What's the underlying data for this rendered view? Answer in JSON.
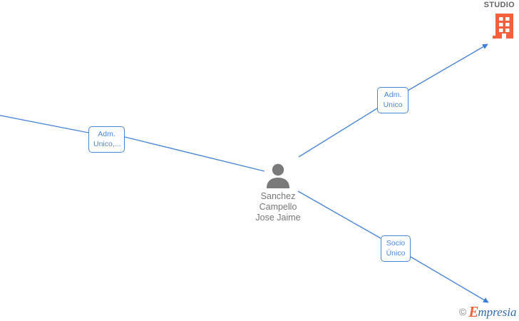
{
  "graph": {
    "title": "",
    "colors": {
      "edge": "#4a87d8",
      "label_border": "#4a87d8",
      "label_text": "#4a87d8",
      "company_icon": "#F4603C",
      "person_icon": "#7a7a7a",
      "node_text": "#777777",
      "company_text": "#666666",
      "background": "#ffffff"
    },
    "company_node": {
      "name": "STUDIO",
      "icon": "building-icon"
    },
    "person_node": {
      "name": "Sanchez\nCampello\nJose Jaime",
      "icon": "person-icon"
    },
    "relations": [
      {
        "id": "rel-adm-unico-left",
        "label": "Adm.\nUnico,...",
        "icon": "edge-label"
      },
      {
        "id": "rel-adm-unico-top",
        "label": "Adm.\nUnico",
        "icon": "edge-label"
      },
      {
        "id": "rel-socio-unico",
        "label": "Socio\nÚnico",
        "icon": "edge-label"
      }
    ]
  },
  "watermark": {
    "copyright": "©",
    "brand_initial": "E",
    "brand_rest": "mpresia"
  }
}
